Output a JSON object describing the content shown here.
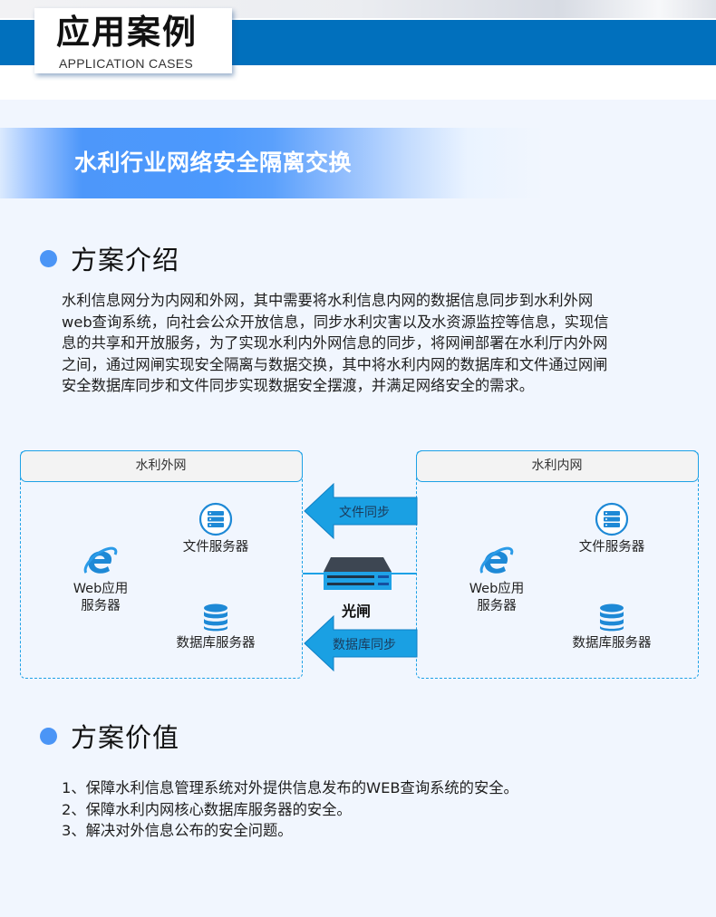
{
  "header": {
    "title": "应用案例",
    "subtitle": "APPLICATION CASES",
    "band_color": "#0170bd"
  },
  "banner": {
    "title": "水利行业网络安全隔离交换",
    "color": "#4c99fd"
  },
  "sections": {
    "intro": {
      "title": "方案介绍",
      "lines": [
        "水利信息网分为内网和外网，其中需要将水利信息内网的数据信息同步到水利外网",
        "web查询系统，向社会公众开放信息，同步水利灾害以及水资源监控等信息，实现信",
        "息的共享和开放服务，为了实现水利内外网信息的同步，将网闸部署在水利厅内外网",
        "之间，通过网闸实现安全隔离与数据交换，其中将水利内网的数据库和文件通过网闸",
        "安全数据库同步和文件同步实现数据安全摆渡，并满足网络安全的需求。"
      ]
    },
    "value": {
      "title": "方案价值",
      "items": [
        "1、保障水利信息管理系统对外提供信息发布的WEB查询系统的安全。",
        "2、保障水利内网核心数据库服务器的安全。",
        "3、解决对外信息公布的安全问题。"
      ]
    }
  },
  "diagram": {
    "left_panel": {
      "title": "水利外网",
      "web_server": [
        "Web应用",
        "服务器"
      ],
      "file_server": "文件服务器",
      "db_server": "数据库服务器"
    },
    "right_panel": {
      "title": "水利内网",
      "web_server": [
        "Web应用",
        "服务器"
      ],
      "file_server": "文件服务器",
      "db_server": "数据库服务器"
    },
    "gateway": {
      "label": "光闸",
      "icon": "network-switch-icon"
    },
    "arrows": [
      {
        "label": "文件同步",
        "direction": "left"
      },
      {
        "label": "数据库同步",
        "direction": "left"
      }
    ],
    "accent_color": "#1da1e6"
  }
}
